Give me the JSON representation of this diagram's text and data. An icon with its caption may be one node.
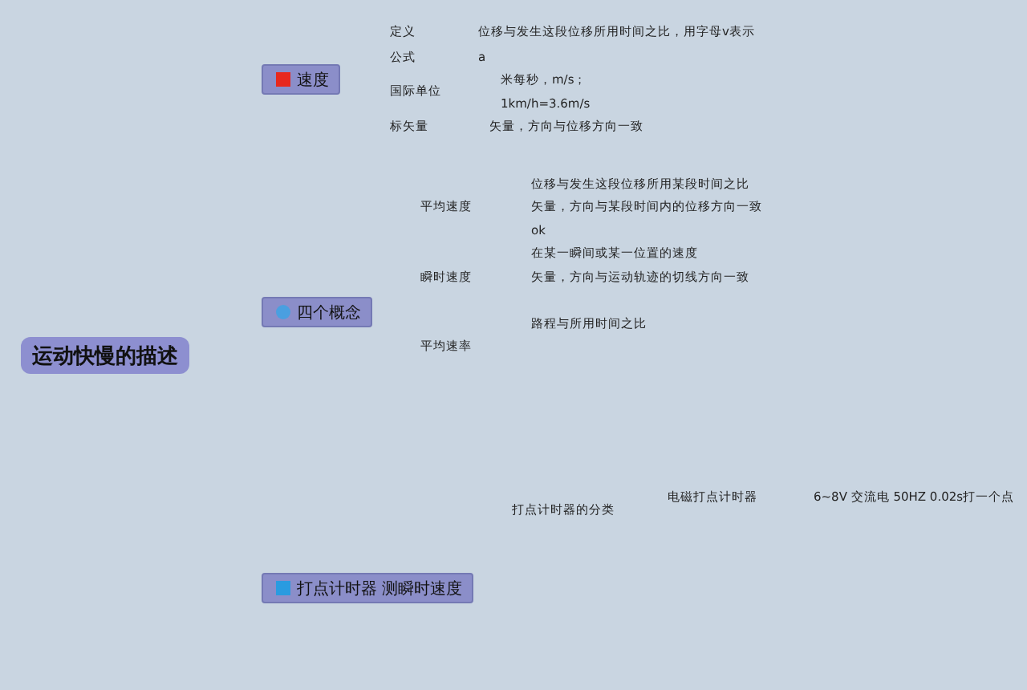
{
  "diagram": {
    "nodes": [
      {
        "text": [
          "运动快慢的描述"
        ]
      },
      {
        "text": [
          "速度"
        ]
      },
      {
        "text": [
          "四个概念"
        ]
      },
      {
        "text": [
          "打点计时器 测瞬时速度"
        ]
      }
    ],
    "labels": [
      "定义",
      "位移与发生这段位移所用时间之比，用字母v表示",
      "公式",
      "a",
      "米每秒，m/s；",
      "国际单位",
      "1km/h=3.6m/s",
      "标矢量",
      "矢量，方向与位移方向一致",
      "位移与发生这段位移所用某段时间之比",
      "平均速度",
      "矢量，方向与某段时间内的位移方向一致",
      "ok",
      "在某一瞬间或某一位置的速度",
      "瞬时速度",
      "矢量，方向与运动轨迹的切线方向一致",
      "路程与所用时间之比",
      "平均速率",
      "电磁打点计时器",
      "6~8V 交流电 50HZ 0.02s打一个点",
      "打点计时器的分类"
    ]
  }
}
